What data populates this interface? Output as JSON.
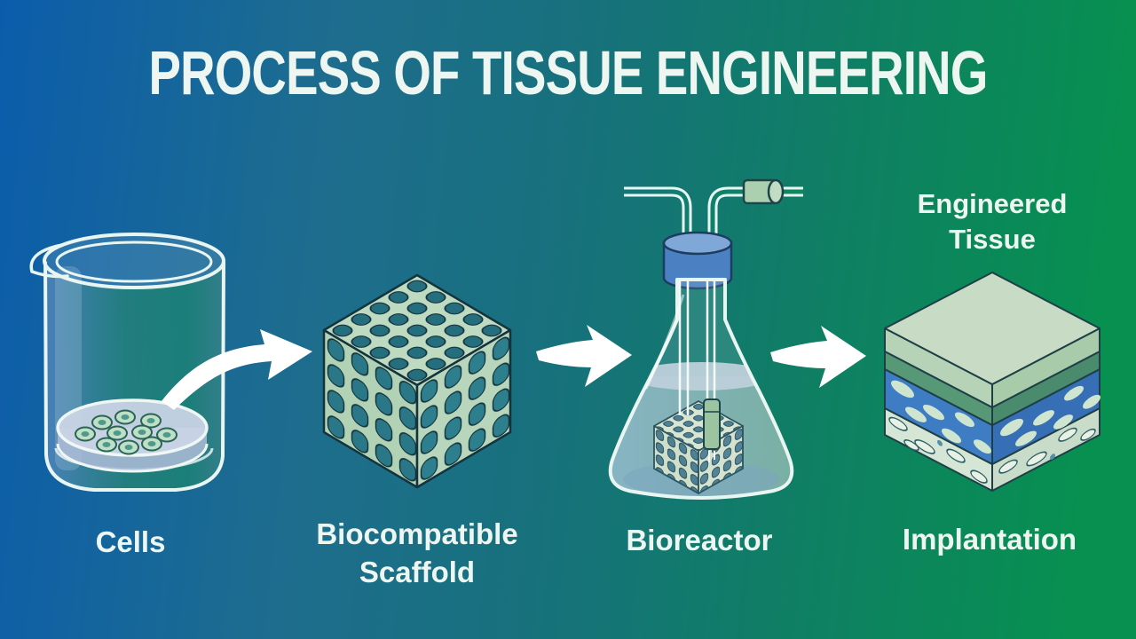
{
  "title": "PROCESS OF TISSUE ENGINEERING",
  "stages": [
    {
      "id": "cells",
      "label": "Cells",
      "label_lines": [
        "Cells"
      ],
      "illustration": "beaker-with-petri-dish-of-cells"
    },
    {
      "id": "scaffold",
      "label": "Biocompatible Scaffold",
      "label_lines": [
        "Biocompatible",
        "Scaffold"
      ],
      "illustration": "porous-scaffold-cube"
    },
    {
      "id": "bioreactor",
      "label": "Bioreactor",
      "label_lines": [
        "Bioreactor"
      ],
      "illustration": "erlenmeyer-flask-with-tubes-probe-and-scaffold"
    },
    {
      "id": "implantation",
      "label": "Implantation",
      "label_lines": [
        "Implantation"
      ],
      "annotation": "Engineered Tissue",
      "annotation_lines": [
        "Engineered",
        "Tissue"
      ],
      "illustration": "layered-engineered-tissue-block"
    }
  ],
  "arrows": [
    {
      "from": "cells",
      "to": "scaffold",
      "style": "curved-swoosh"
    },
    {
      "from": "scaffold",
      "to": "bioreactor",
      "style": "straight-block"
    },
    {
      "from": "bioreactor",
      "to": "implantation",
      "style": "straight-block"
    }
  ],
  "colors": {
    "background_left": "#0b5dab",
    "background_mid": "#17717c",
    "background_right": "#079050",
    "text": "#edf6f1",
    "arrow": "#ffffff",
    "glass_outline": "#e9f5f1",
    "scaffold_lattice": "#b7d6bb",
    "scaffold_pore": "#2a7887",
    "flask_cap": "#4b80c2",
    "flask_cap_top": "#7fa7d8",
    "flask_liquid": "#9fc3d5",
    "filter_green": "#abd0b0",
    "petri_dish": "#c3cfe2",
    "cell_fill": "#bfe0c6",
    "cell_nucleus": "#4f9a8c",
    "tissue_layer_top": "#c8dbc5",
    "tissue_layer_green": "#579877",
    "tissue_layer_blue": "#3e7cc3",
    "tissue_layer_pale": "#d6e6d6"
  }
}
